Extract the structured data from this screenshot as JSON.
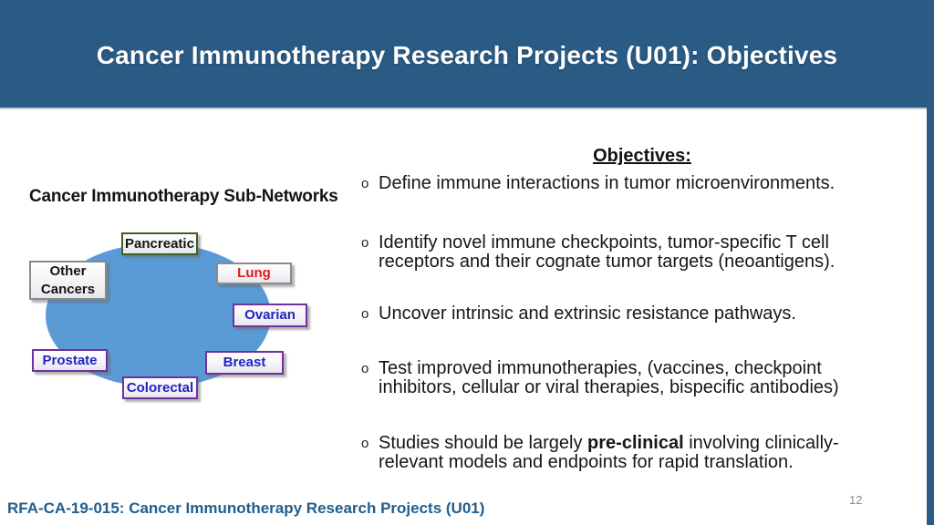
{
  "slide": {
    "title": "Cancer Immunotherapy Research Projects (U01): Objectives",
    "footer": "RFA-CA-19-015: Cancer Immunotherapy Research Projects (U01)",
    "page_number": "12"
  },
  "colors": {
    "header_bg": "#2A5B85",
    "accent_stripe": "#2A5B85",
    "footer_text": "#205E8E",
    "page_number_text": "#8A8A8A",
    "ellipse_fill": "#5B9BD5",
    "node_border_green": "#3C6023",
    "node_border_gray": "#8A8A8A",
    "node_border_purple": "#7030A0",
    "node_text_black": "#141414",
    "node_text_red": "#DE1B1B",
    "node_text_blue": "#2222C6"
  },
  "diagram": {
    "title": "Cancer Immunotherapy Sub-Networks",
    "nodes": [
      {
        "label": "Pancreatic",
        "border_color": "green",
        "text_color": "black"
      },
      {
        "label": "Other Cancers",
        "border_color": "gray",
        "text_color": "black"
      },
      {
        "label": "Lung",
        "border_color": "gray",
        "text_color": "red"
      },
      {
        "label": "Ovarian",
        "border_color": "purple",
        "text_color": "blue"
      },
      {
        "label": "Prostate",
        "border_color": "purple",
        "text_color": "blue"
      },
      {
        "label": "Breast",
        "border_color": "purple",
        "text_color": "blue"
      },
      {
        "label": "Colorectal",
        "border_color": "purple",
        "text_color": "blue"
      }
    ]
  },
  "objectives": {
    "heading": "Objectives:",
    "items": [
      {
        "line1": "Define immune interactions in tumor  microenvironments."
      },
      {
        "line1": "Identify novel immune checkpoints, tumor-specific T cell",
        "line2": "receptors and their cognate tumor targets (neoantigens)."
      },
      {
        "line1": "Uncover intrinsic and extrinsic resistance pathways."
      },
      {
        "line1": "Test improved immunotherapies, (vaccines, checkpoint",
        "line2": "inhibitors, cellular or viral therapies, bispecific antibodies)"
      },
      {
        "l1_pre": "Studies should be largely ",
        "l1_bold": "pre-clinical",
        "l1_post": " involving clinically-",
        "line2": "relevant models and endpoints for rapid translation."
      }
    ]
  }
}
